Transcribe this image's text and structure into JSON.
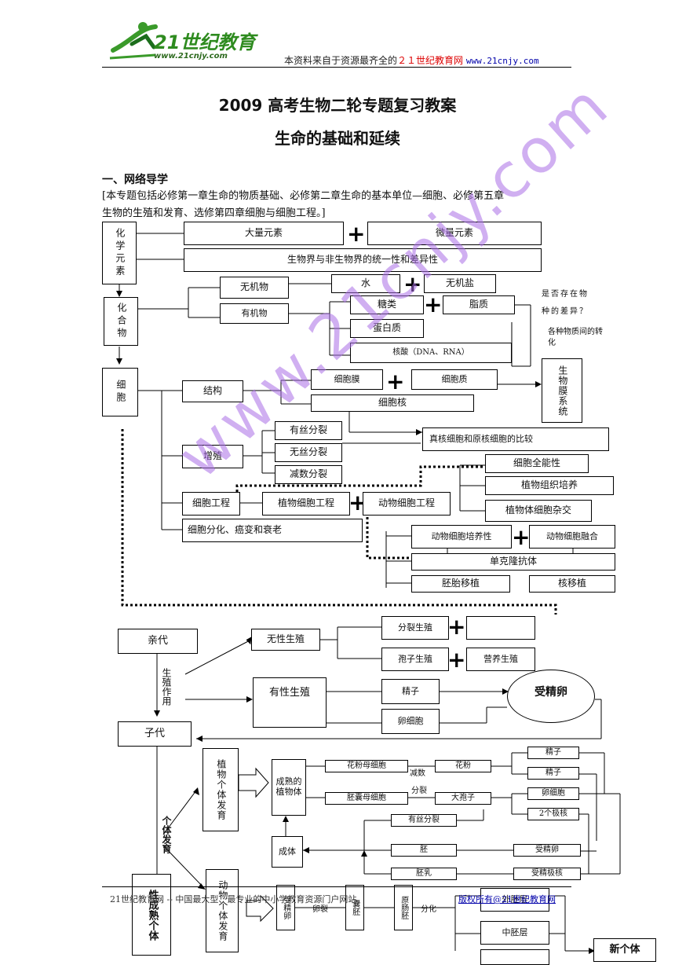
{
  "header": {
    "logo_text": "21世纪教育",
    "logo_url": "www.21cnjy.com",
    "note_prefix": "本资料来自于资源最齐全的",
    "note_site": "２１世纪教育网",
    "note_url": "www.21cnjy.com"
  },
  "title": "2009 高考生物二轮专题复习教案",
  "subtitle": "生命的基础和延续",
  "section1_heading": "一、网络导学",
  "intro_line1": "[本专题包括必修第一章生命的物质基础、必修第二章生命的基本单位—细胞、必修第五章",
  "intro_line2": "生物的生殖和发育、选修第四章细胞与细胞工程。]",
  "diagram1": {
    "chemical_elements": "化学元素",
    "macro_elements": "大量元素",
    "micro_elements": "微量元素",
    "unity_diversity": "生物界与非生物界的统一性和差异性",
    "compounds": "化合物",
    "inorganic": "无机物",
    "water": "水",
    "inorganic_salt": "无机盐",
    "organic": "有机物",
    "sugars": "糖类",
    "lipids": "脂质",
    "protein": "蛋白质",
    "nucleic_acid": "核酸（DNA、RNA）",
    "question_species": "是否存在物种的差异？",
    "conversion": "各种物质间的转化",
    "cell": "细胞",
    "structure": "结构",
    "cell_membrane": "细胞膜",
    "cytoplasm": "细胞质",
    "nucleus": "细胞核",
    "biomembrane_system": "生物膜系统",
    "prok_euk": "真核细胞和原核细胞的比较",
    "proliferation": "增殖",
    "mitosis": "有丝分裂",
    "amitosis": "无丝分裂",
    "meiosis": "减数分裂",
    "totipotency": "细胞全能性",
    "plant_tissue_culture": "植物组织培养",
    "cell_engineering": "细胞工程",
    "plant_cell_eng": "植物细胞工程",
    "animal_cell_eng": "动物细胞工程",
    "plant_hybrid": "植物体细胞杂交",
    "differentiation": "细胞分化、癌变和衰老",
    "animal_culture": "动物细胞培养性",
    "animal_fusion": "动物细胞融合",
    "monoclonal": "单克隆抗体",
    "embryo_transfer": "胚胎移植",
    "nuclear_transfer": "核移植"
  },
  "diagram2": {
    "parent": "亲代",
    "reproduction": "生殖作用",
    "asexual": "无性生殖",
    "fission": "分裂生殖",
    "spore": "孢子生殖",
    "vegetative": "营养生殖",
    "sexual": "有性生殖",
    "sperm": "精子",
    "egg": "卵细胞",
    "zygote": "受精卵",
    "offspring": "子代",
    "plant_dev": "植物个体发育",
    "mature_plant": "成熟的植物体",
    "pollen_mother": "花粉母细胞",
    "meiosis_label": "减数",
    "pollen": "花粉",
    "division_label": "分裂",
    "embryo_sac_mother": "胚囊母细胞",
    "megaspore": "大孢子",
    "sperm_a": "精子",
    "sperm_b": "精子",
    "egg_cell": "卵细胞",
    "polar_nuclei": "2个极核",
    "mitosis_b": "有丝分裂",
    "adult": "成体",
    "embryo": "胚",
    "zygote_b": "受精卵",
    "endosperm": "胚乳",
    "fert_polar": "受精极核",
    "individual_dev": "个体发育",
    "mature_individual": "性成熟个体",
    "animal_dev": "动物个体发育",
    "zygote_c": "受精卵",
    "cleavage": "卵裂",
    "blastula": "囊胚",
    "gastrula": "原肠胚",
    "differentiate": "分化",
    "ectoderm": "外胚层",
    "mesoderm": "中胚层",
    "new_individual": "新个体"
  },
  "footer": {
    "left": "21世纪教育网 -- 中国最大型、最专业的中小学教育资源门户网站。",
    "right": "版权所有@21世纪教育网"
  },
  "watermark": "www.21cnjy.com"
}
